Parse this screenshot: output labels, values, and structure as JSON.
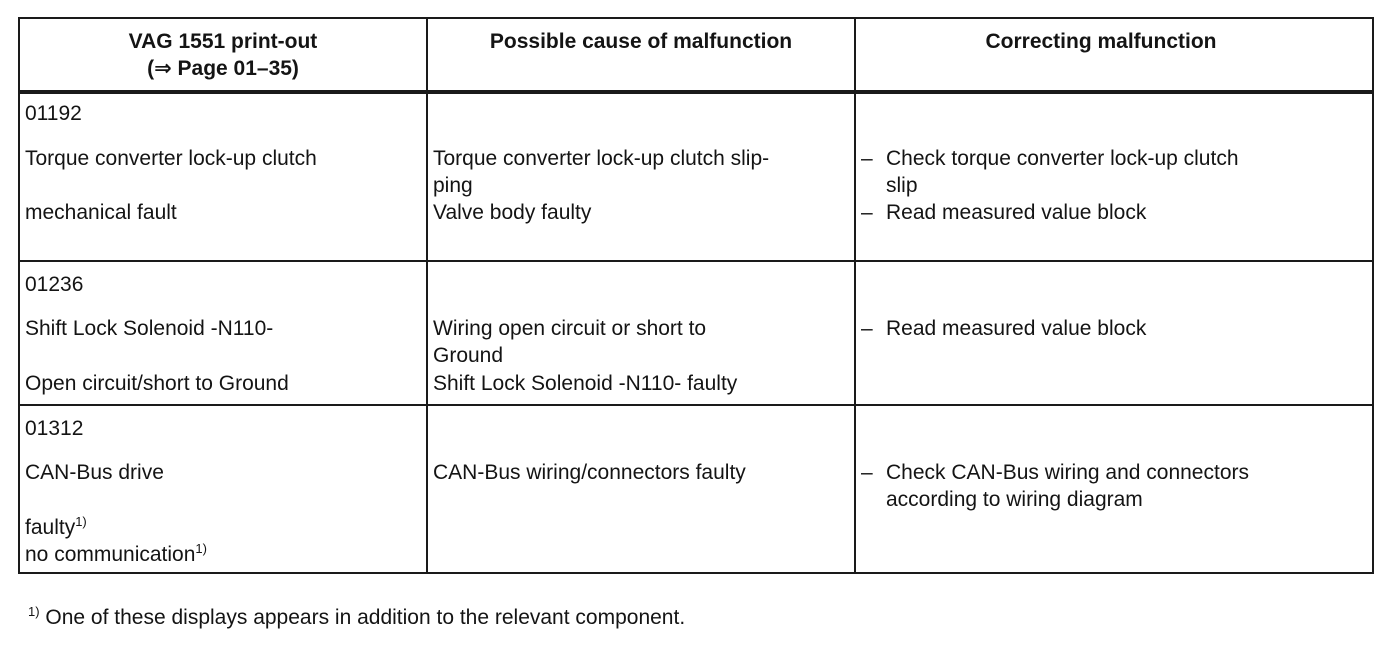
{
  "header": {
    "col1_line1": "VAG 1551 print-out",
    "col1_line2": "(⇒ Page 01–35)",
    "col2": "Possible cause of malfunction",
    "col3": "Correcting malfunction"
  },
  "rows": [
    {
      "code": "01192",
      "component": "Torque converter lock-up clutch",
      "fault": "mechanical fault",
      "cause_lines": [
        "Torque converter lock-up clutch slip-",
        "ping",
        "Valve body faulty"
      ],
      "fix_items": [
        {
          "line1": "Check torque converter lock-up clutch",
          "line2": "slip"
        },
        {
          "line1": "Read measured value block",
          "line2": ""
        }
      ]
    },
    {
      "code": "01236",
      "component": "Shift Lock Solenoid -N110-",
      "fault": "Open circuit/short to Ground",
      "cause_lines": [
        "Wiring open circuit or short to",
        "Ground",
        "Shift Lock Solenoid -N110- faulty"
      ],
      "fix_items": [
        {
          "line1": "Read measured value block",
          "line2": ""
        }
      ]
    },
    {
      "code": "01312",
      "component": "CAN-Bus drive",
      "fault1": "faulty",
      "fault2": "no communication",
      "fn_mark": "1)",
      "cause_lines": [
        "CAN-Bus wiring/connectors faulty"
      ],
      "fix_items": [
        {
          "line1": "Check CAN-Bus wiring and connectors",
          "line2": "according to wiring diagram"
        }
      ]
    }
  ],
  "bullet_char": "–",
  "footnote": {
    "mark": "1)",
    "text": "One of these displays appears in addition to the relevant component."
  }
}
